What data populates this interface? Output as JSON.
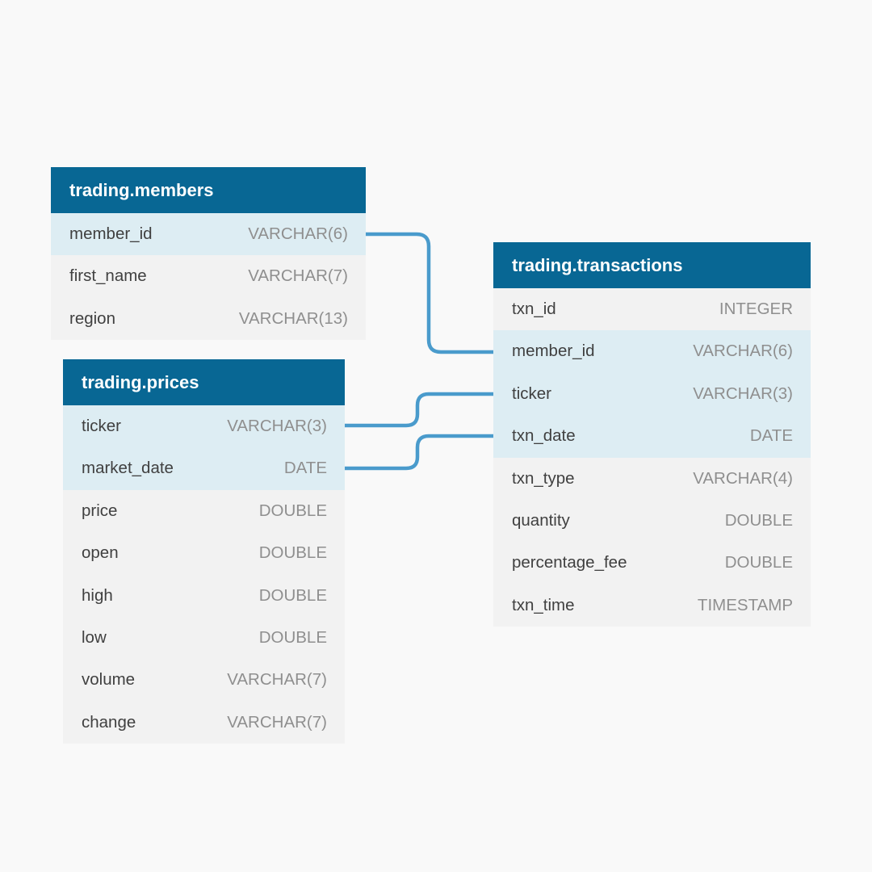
{
  "tables": {
    "members": {
      "name": "trading.members",
      "columns": [
        {
          "name": "member_id",
          "type": "VARCHAR(6)"
        },
        {
          "name": "first_name",
          "type": "VARCHAR(7)"
        },
        {
          "name": "region",
          "type": "VARCHAR(13)"
        }
      ]
    },
    "prices": {
      "name": "trading.prices",
      "columns": [
        {
          "name": "ticker",
          "type": "VARCHAR(3)"
        },
        {
          "name": "market_date",
          "type": "DATE"
        },
        {
          "name": "price",
          "type": "DOUBLE"
        },
        {
          "name": "open",
          "type": "DOUBLE"
        },
        {
          "name": "high",
          "type": "DOUBLE"
        },
        {
          "name": "low",
          "type": "DOUBLE"
        },
        {
          "name": "volume",
          "type": "VARCHAR(7)"
        },
        {
          "name": "change",
          "type": "VARCHAR(7)"
        }
      ]
    },
    "transactions": {
      "name": "trading.transactions",
      "columns": [
        {
          "name": "txn_id",
          "type": "INTEGER"
        },
        {
          "name": "member_id",
          "type": "VARCHAR(6)"
        },
        {
          "name": "ticker",
          "type": "VARCHAR(3)"
        },
        {
          "name": "txn_date",
          "type": "DATE"
        },
        {
          "name": "txn_type",
          "type": "VARCHAR(4)"
        },
        {
          "name": "quantity",
          "type": "DOUBLE"
        },
        {
          "name": "percentage_fee",
          "type": "DOUBLE"
        },
        {
          "name": "txn_time",
          "type": "TIMESTAMP"
        }
      ]
    }
  },
  "relationships": [
    {
      "from": "trading.members.member_id",
      "to": "trading.transactions.member_id"
    },
    {
      "from": "trading.prices.ticker",
      "to": "trading.transactions.ticker"
    },
    {
      "from": "trading.prices.market_date",
      "to": "trading.transactions.txn_date"
    }
  ],
  "colors": {
    "header": "#086794",
    "key_row": "#ddedf3",
    "row": "#f2f2f2",
    "connector": "#4a9bcc"
  }
}
